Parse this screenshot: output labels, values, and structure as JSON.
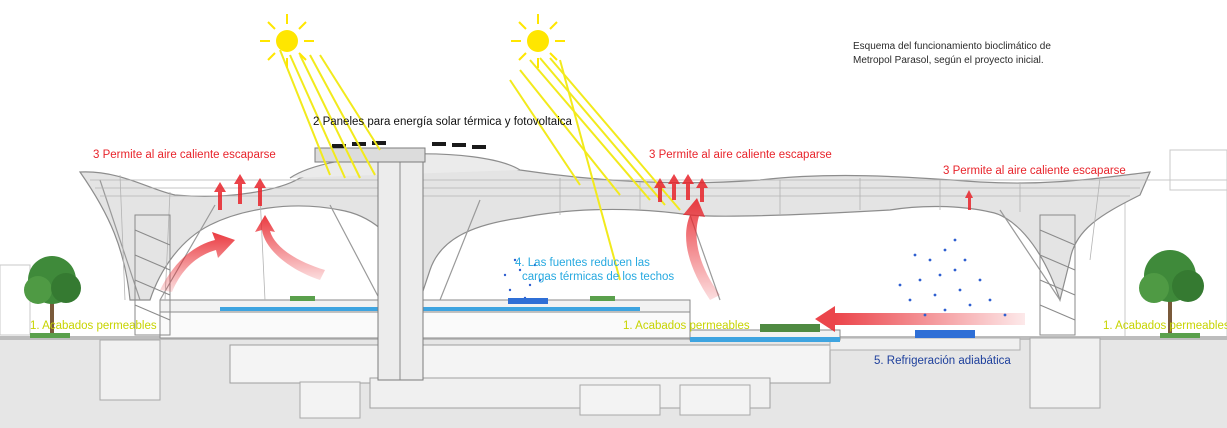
{
  "caption": {
    "line1": "Esquema del funcionamiento bioclimático de",
    "line2": "Metropol Parasol, según el proyecto inicial."
  },
  "labels": {
    "solar_panels": "2 Paneles para energía solar térmica y fotovoltaica",
    "hot_air_left": "3 Permite al aire caliente escaparse",
    "hot_air_center": "3 Permite al aire caliente escaparse",
    "hot_air_right": "3 Permite al aire caliente escaparse",
    "fountains_line1": "4. Las fuentes reducen las",
    "fountains_line2": "cargas térmicas de los techos",
    "permeable_left": "1. Acabados permeables",
    "permeable_center": "1. Acabados permeables",
    "permeable_right": "1. Acabados permeables",
    "adiabatic": "5. Refrigeración adiabática"
  },
  "colors": {
    "sun": "#ffe600",
    "sun_rays": "#f2ea1c",
    "hot_air": "#e8242b",
    "structure": "#9a9a9a",
    "ground": "#cfcfcf",
    "water": "#2f6fd6",
    "trees": "#3f8a3a",
    "permeable_label": "#c7d400"
  },
  "icons": [
    "sun-icon",
    "tree-icon",
    "hot-air-arrow-icon",
    "water-spray-icon"
  ]
}
